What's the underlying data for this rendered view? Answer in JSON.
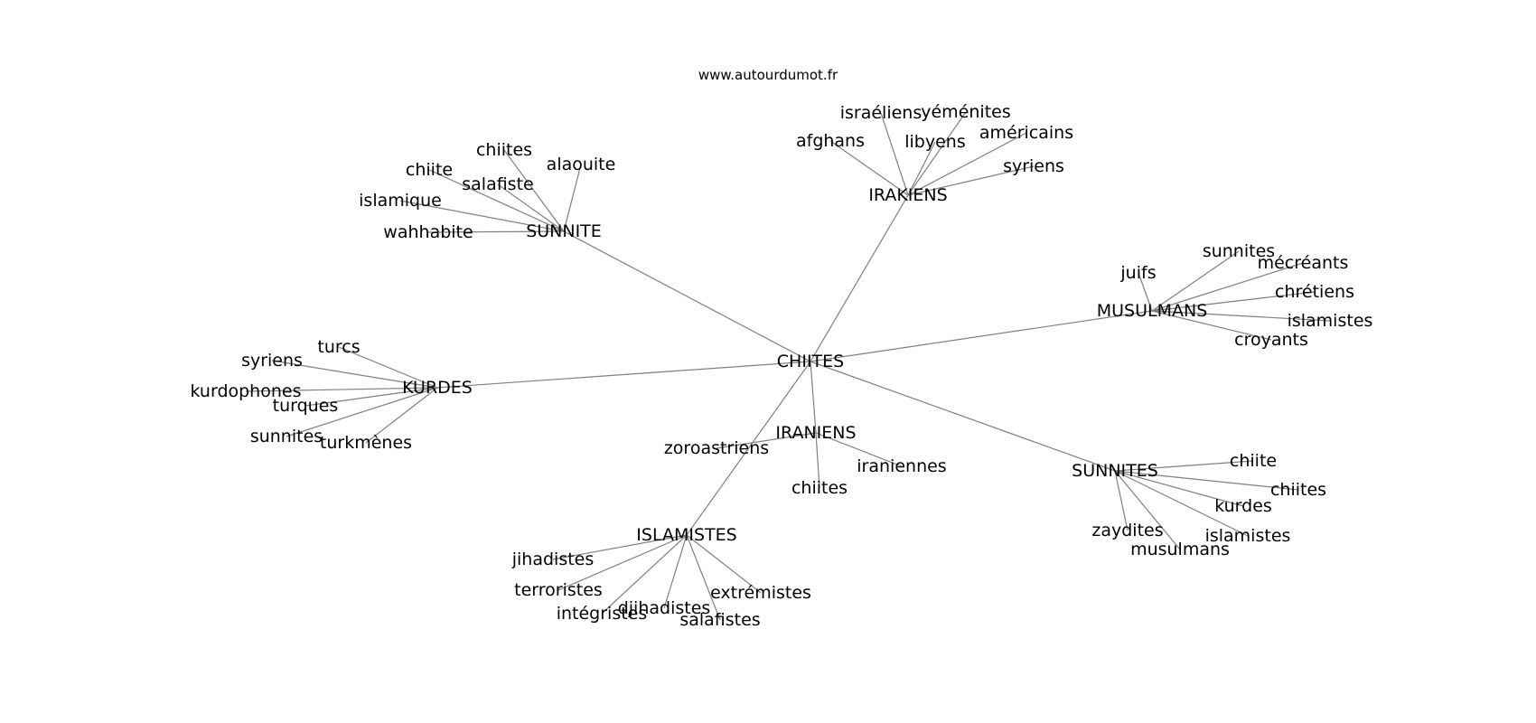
{
  "site_label": "www.autourdumot.fr",
  "colors": {
    "edge": "#808080",
    "text": "#000000",
    "background": "#ffffff"
  },
  "graph": {
    "root": "CHIITES",
    "groups": [
      {
        "hub": "SUNNITE",
        "leaves": [
          "chiites",
          "alaouite",
          "chiite",
          "salafiste",
          "islamique",
          "wahhabite"
        ]
      },
      {
        "hub": "IRAKIENS",
        "leaves": [
          "israéliens",
          "yéménites",
          "afghans",
          "libyens",
          "américains",
          "syriens"
        ]
      },
      {
        "hub": "MUSULMANS",
        "leaves": [
          "juifs",
          "sunnites",
          "mécréants",
          "chrétiens",
          "islamistes",
          "croyants"
        ]
      },
      {
        "hub": "KURDES",
        "leaves": [
          "turcs",
          "syriens",
          "kurdophones",
          "turques",
          "sunnites",
          "turkmènes"
        ]
      },
      {
        "hub": "IRANIENS",
        "leaves": [
          "zoroastriens",
          "iraniennes",
          "chiites"
        ]
      },
      {
        "hub": "SUNNITES",
        "leaves": [
          "chiite",
          "chiites",
          "kurdes",
          "zaydites",
          "islamistes",
          "musulmans"
        ]
      },
      {
        "hub": "ISLAMISTES",
        "leaves": [
          "jihadistes",
          "terroristes",
          "djihadistes",
          "extrémistes",
          "intégristes",
          "salafistes"
        ]
      }
    ]
  }
}
